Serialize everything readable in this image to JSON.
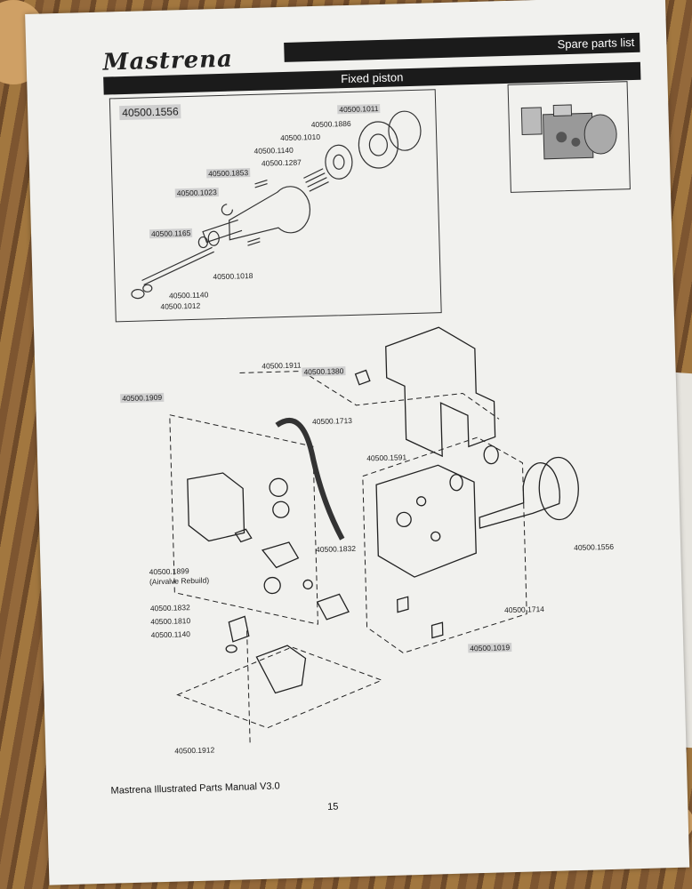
{
  "header": {
    "brand": "Mastrena",
    "section_title": "Spare parts list",
    "subtitle": "Fixed piston"
  },
  "inset": {
    "assembly_id": "40500.1556",
    "part_labels": [
      "40500.1011",
      "40500.1886",
      "40500.1010",
      "40500.1140",
      "40500.1287",
      "40500.1853",
      "40500.1023",
      "40500.1165",
      "40500.1018",
      "40500.1140",
      "40500.1012"
    ]
  },
  "main": {
    "part_labels": [
      "40500.1911",
      "40500.1380",
      "40500.1909",
      "40500.1713",
      "40500.1591",
      "40500.1832",
      "40500.1556",
      "40500.1832",
      "40500.1810",
      "40500.1140",
      "40500.1714",
      "40500.1019",
      "40500.1912"
    ],
    "airvalve_label": "40500.1899",
    "airvalve_note": "(Airvalve Rebuild)"
  },
  "footer": {
    "manual_title": "Mastrena Illustrated Parts Manual V3.0",
    "page_number": "15"
  }
}
